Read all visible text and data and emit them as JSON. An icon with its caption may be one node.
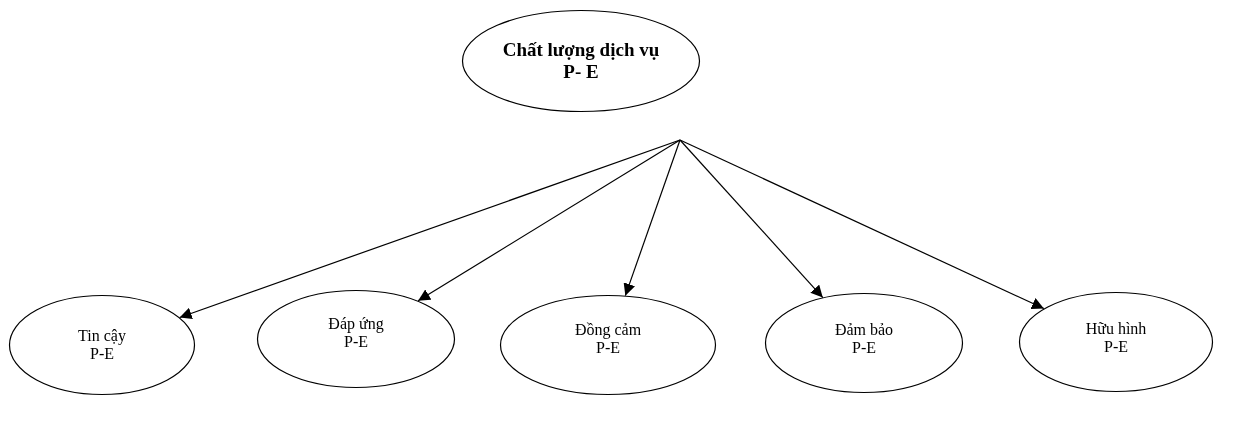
{
  "diagram": {
    "nodes": [
      {
        "text": [
          "Chất lượng dịch vụ",
          "P- E"
        ]
      },
      {
        "text": [
          "Tin cậy",
          "P-E"
        ]
      },
      {
        "text": [
          "Đáp ứng",
          "P-E"
        ]
      },
      {
        "text": [
          "Đồng cảm",
          "P-E"
        ]
      },
      {
        "text": [
          "Đảm bảo",
          "P-E"
        ]
      },
      {
        "text": [
          "Hữu hình",
          "P-E"
        ]
      }
    ],
    "edges": [
      {
        "from": 0,
        "to": 1,
        "arrow": "to"
      },
      {
        "from": 0,
        "to": 2,
        "arrow": "to"
      },
      {
        "from": 0,
        "to": 3,
        "arrow": "to"
      },
      {
        "from": 0,
        "to": 4,
        "arrow": "to"
      },
      {
        "from": 0,
        "to": 5,
        "arrow": "to"
      }
    ]
  }
}
